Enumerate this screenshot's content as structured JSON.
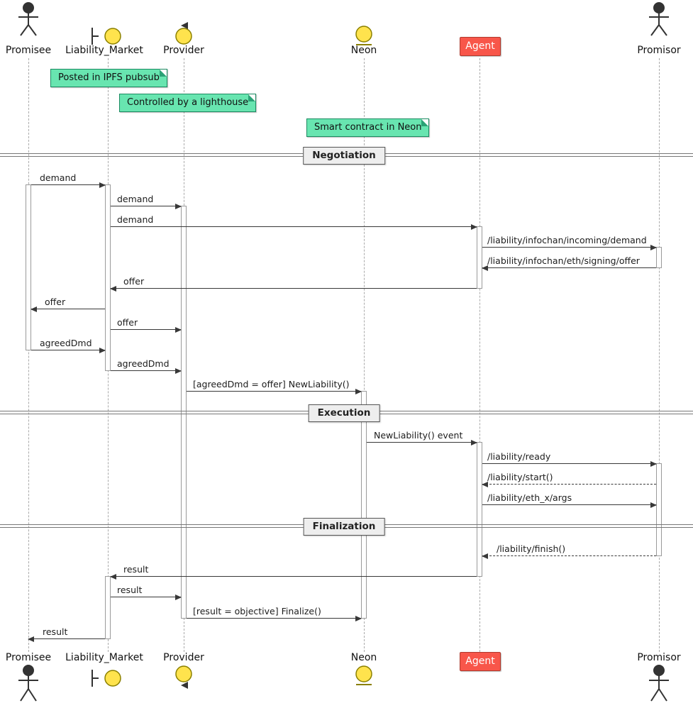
{
  "diagram": {
    "type": "sequence"
  },
  "participants": [
    {
      "name": "Promisee",
      "type": "actor"
    },
    {
      "name": "Liability_Market",
      "type": "boundary"
    },
    {
      "name": "Provider",
      "type": "control"
    },
    {
      "name": "Neon",
      "type": "entity"
    },
    {
      "name": "Agent",
      "type": "participant",
      "color": "#f8564a"
    },
    {
      "name": "Promisor",
      "type": "actor"
    }
  ],
  "notes": [
    {
      "target": "Liability_Market",
      "text": "Posted in IPFS pubsub"
    },
    {
      "target": "Provider",
      "text": "Controlled by a lighthouse"
    },
    {
      "target": "Neon",
      "text": "Smart contract in Neon"
    }
  ],
  "dividers": [
    {
      "label": "Negotiation"
    },
    {
      "label": "Execution"
    },
    {
      "label": "Finalization"
    }
  ],
  "messages": [
    {
      "from": "Promisee",
      "to": "Liability_Market",
      "label": "demand",
      "line": "solid"
    },
    {
      "from": "Liability_Market",
      "to": "Provider",
      "label": "demand",
      "line": "solid"
    },
    {
      "from": "Liability_Market",
      "to": "Agent",
      "label": "demand",
      "line": "solid"
    },
    {
      "from": "Agent",
      "to": "Promisor",
      "label": "/liability/infochan/incoming/demand",
      "line": "solid"
    },
    {
      "from": "Promisor",
      "to": "Agent",
      "label": "/liability/infochan/eth/signing/offer",
      "line": "solid"
    },
    {
      "from": "Agent",
      "to": "Liability_Market",
      "label": "offer",
      "line": "solid"
    },
    {
      "from": "Liability_Market",
      "to": "Promisee",
      "label": "offer",
      "line": "solid"
    },
    {
      "from": "Liability_Market",
      "to": "Provider",
      "label": "offer",
      "line": "solid"
    },
    {
      "from": "Promisee",
      "to": "Liability_Market",
      "label": "agreedDmd",
      "line": "solid"
    },
    {
      "from": "Liability_Market",
      "to": "Provider",
      "label": "agreedDmd",
      "line": "solid"
    },
    {
      "from": "Provider",
      "to": "Neon",
      "label": "[agreedDmd = offer] NewLiability()",
      "line": "solid"
    },
    {
      "from": "Neon",
      "to": "Agent",
      "label": "NewLiability() event",
      "line": "solid"
    },
    {
      "from": "Agent",
      "to": "Promisor",
      "label": "/liability/ready",
      "line": "solid"
    },
    {
      "from": "Promisor",
      "to": "Agent",
      "label": "/liability/start()",
      "line": "dashed"
    },
    {
      "from": "Agent",
      "to": "Promisor",
      "label": "/liability/eth_x/args",
      "line": "solid"
    },
    {
      "from": "Promisor",
      "to": "Agent",
      "label": "/liability/finish()",
      "line": "dashed"
    },
    {
      "from": "Agent",
      "to": "Liability_Market",
      "label": "result",
      "line": "solid"
    },
    {
      "from": "Liability_Market",
      "to": "Provider",
      "label": "result",
      "line": "solid"
    },
    {
      "from": "Provider",
      "to": "Neon",
      "label": "[result = objective] Finalize()",
      "line": "solid"
    },
    {
      "from": "Liability_Market",
      "to": "Promisee",
      "label": "result",
      "line": "solid"
    }
  ],
  "colors": {
    "note_bg": "#68e5b0",
    "note_border": "#1b8a61",
    "agent_bg": "#f8564a",
    "agent_border": "#b03a2e",
    "icon_fill": "#ffe34d",
    "icon_border": "#8b8000",
    "arrow": "#383838",
    "divider_label_bg": "#eeeeee"
  }
}
